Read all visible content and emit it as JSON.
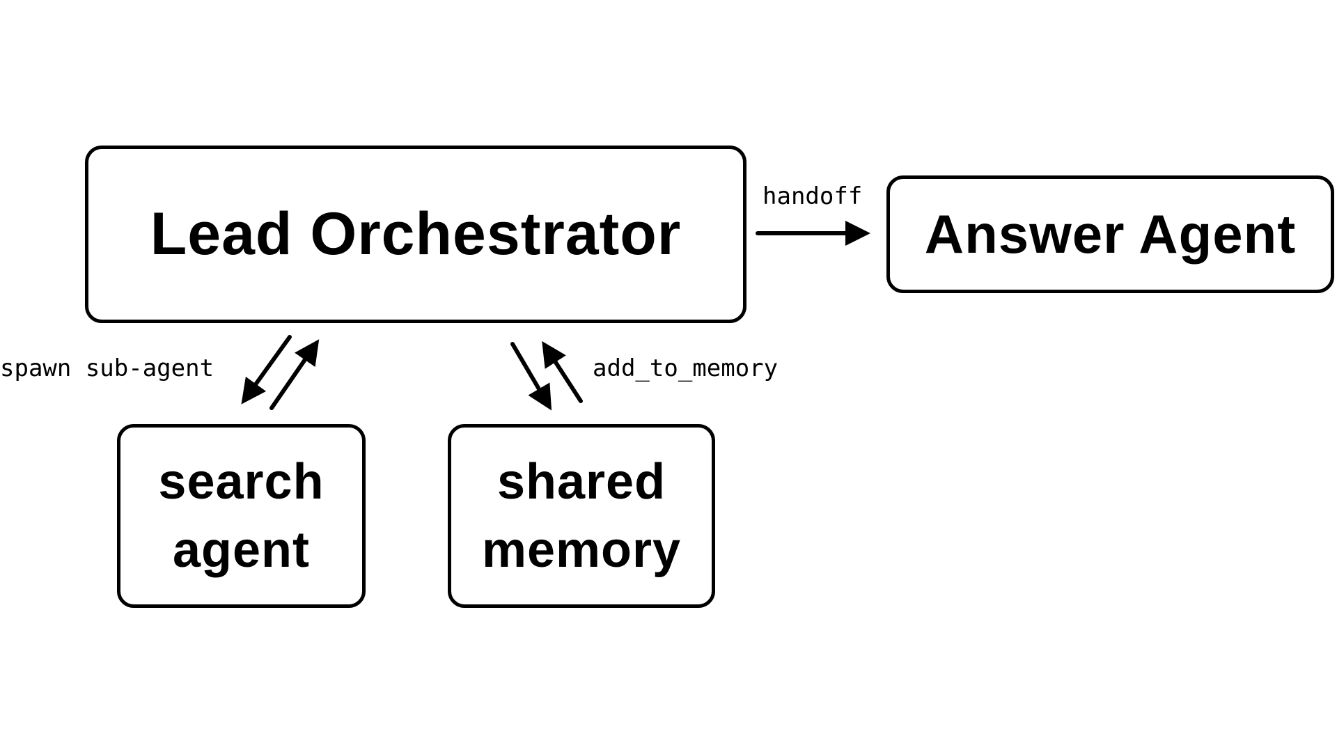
{
  "nodes": {
    "lead": "Lead Orchestrator",
    "answer": "Answer Agent",
    "search_line1": "search",
    "search_line2": "agent",
    "memory_line1": "shared",
    "memory_line2": "memory"
  },
  "edges": {
    "handoff": "handoff",
    "spawn": "spawn sub-agent",
    "add_memory": "add_to_memory"
  }
}
